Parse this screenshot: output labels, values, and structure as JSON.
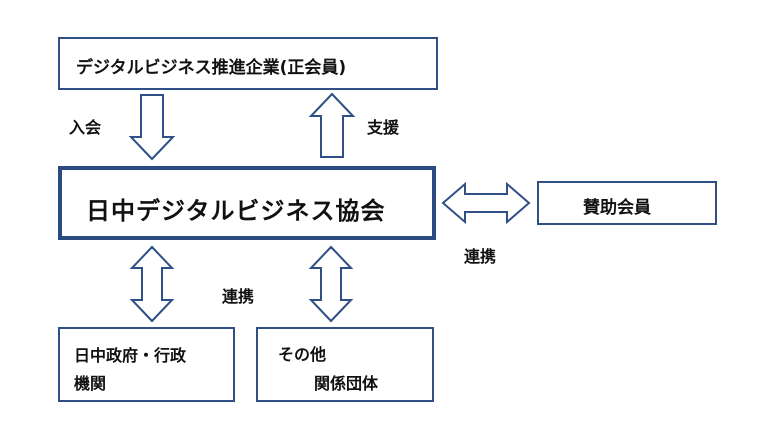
{
  "nodes": {
    "top": "デジタルビジネス推進企業(正会員)",
    "main": "日中デジタルビジネス協会",
    "sponsor": "賛助会員",
    "gov_line1": "日中政府・行政",
    "gov_line2": "機関",
    "other_line1": "その他",
    "other_line2": "関係団体"
  },
  "labels": {
    "join": "入会",
    "support": "支援",
    "link_right": "連携",
    "link_bottom": "連携"
  },
  "colors": {
    "border": "#2f4f86",
    "arrow_stroke": "#2f4f86",
    "arrow_fill": "#ffffff"
  }
}
